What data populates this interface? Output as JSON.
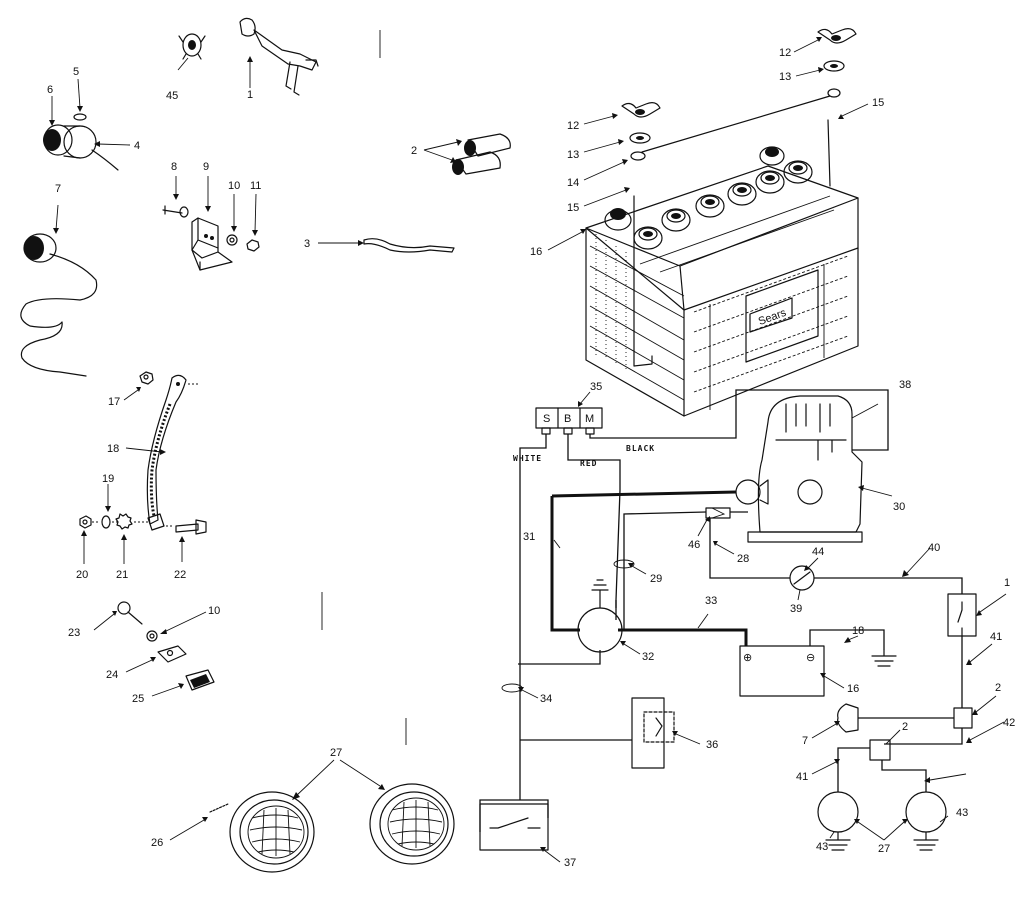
{
  "callouts": {
    "c45": "45",
    "c1a": "1",
    "c6": "6",
    "c5": "5",
    "c4": "4",
    "c7a": "7",
    "c8": "8",
    "c9": "9",
    "c10a": "10",
    "c11": "11",
    "c2a": "2",
    "c3": "3",
    "c17": "17",
    "c18a": "18",
    "c19": "19",
    "c20": "20",
    "c21": "21",
    "c22": "22",
    "c23": "23",
    "c10b": "10",
    "c24": "24",
    "c25": "25",
    "c26": "26",
    "c27a": "27",
    "c12a": "12",
    "c13a": "13",
    "c14": "14",
    "c15a": "15",
    "c16a": "16",
    "c12b": "12",
    "c13b": "13",
    "c15b": "15",
    "c35": "35",
    "c38": "38",
    "c30": "30",
    "c31": "31",
    "c46": "46",
    "c28": "28",
    "c44": "44",
    "c29": "29",
    "c40": "40",
    "c1b": "1",
    "c39": "39",
    "c33": "33",
    "c18b": "18",
    "c41a": "41",
    "c32": "32",
    "c16b": "16",
    "c34": "34",
    "c2b": "2",
    "c42": "42",
    "c7b": "7",
    "c2c": "2",
    "c36": "36",
    "c41b": "41",
    "c37": "37",
    "c43a": "43",
    "c27b": "27",
    "c43b": "43"
  },
  "battery_brand": "Sears",
  "solenoid_terminals": [
    "S",
    "B",
    "M"
  ],
  "wire_labels": {
    "white": "WHITE",
    "red": "RED",
    "black": "BLACK"
  },
  "battery_symbols": {
    "positive": "⊕",
    "negative": "⊖"
  }
}
